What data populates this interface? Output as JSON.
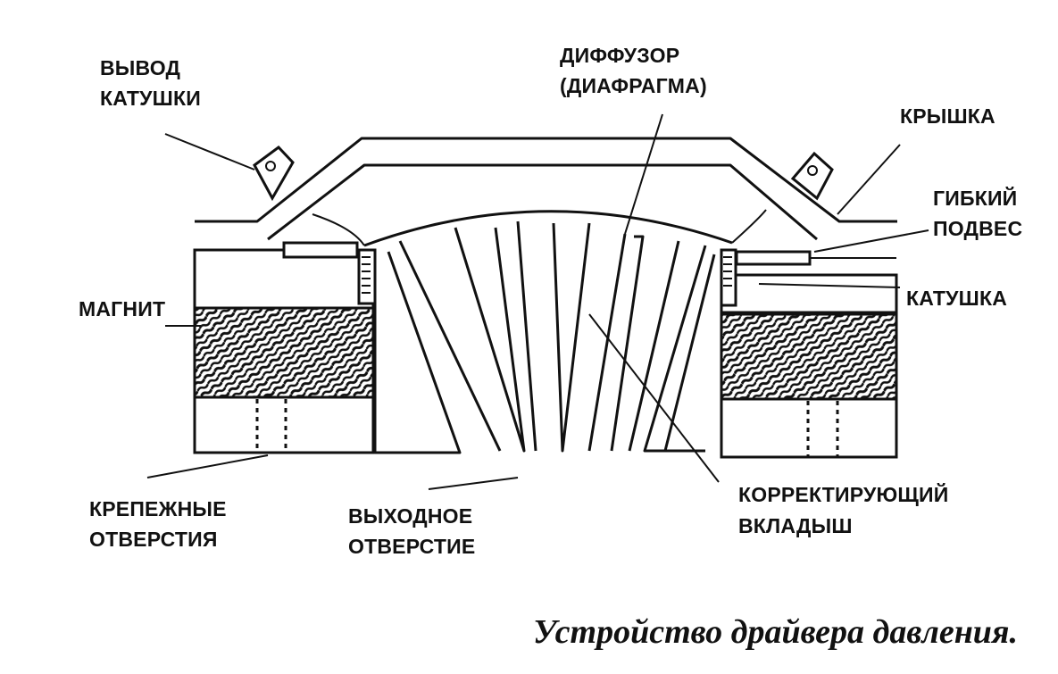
{
  "labels": {
    "coil_lead_1": "ВЫВОД",
    "coil_lead_2": "КАТУШКИ",
    "diffuser_1": "ДИФФУЗОР",
    "diffuser_2": "(ДИАФРАГМА)",
    "cover": "КРЫШКА",
    "suspension_1": "ГИБКИЙ",
    "suspension_2": "ПОДВЕС",
    "coil": "КАТУШКА",
    "magnet": "МАГНИТ",
    "mounting_1": "КРЕПЕЖНЫЕ",
    "mounting_2": "ОТВЕРСТИЯ",
    "outlet_1": "ВЫХОДНОЕ",
    "outlet_2": "ОТВЕРСТИЕ",
    "phase_plug_1": "КОРРЕКТИРУЮЩИЙ",
    "phase_plug_2": "ВКЛАДЫШ"
  },
  "caption": "Устройство драйвера давления."
}
